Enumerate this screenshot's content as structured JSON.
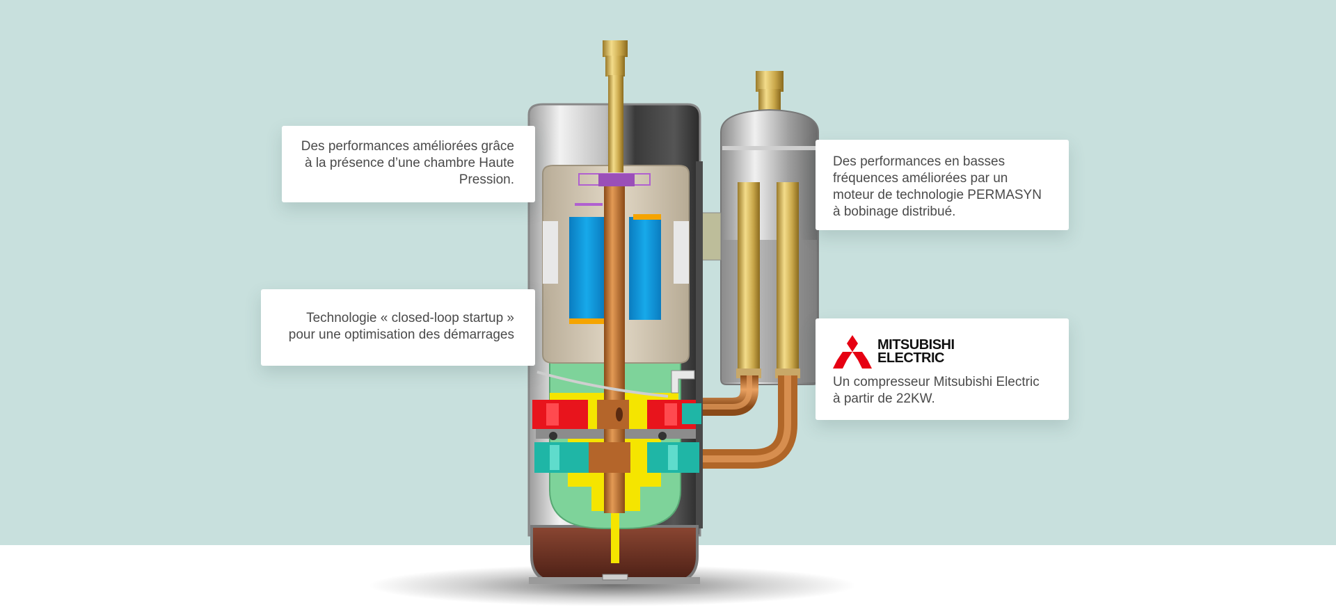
{
  "callouts": {
    "high_pressure": "Des performances améliorées grâce\nà la présence d’une chambre Haute\nPression.",
    "startup": "Technologie « closed-loop startup »\npour une optimisation des démarrages",
    "motor": "Des performances en basses\nfréquences améliorées par un\nmoteur de technologie PERMASYN\nà bobinage distribué.",
    "brand_caption": "Un compresseur Mitsubishi Electric\nà partir de 22KW."
  },
  "logo": {
    "line1": "MITSUBISHI",
    "line2": "ELECTRIC",
    "mark_color": "#e60012"
  },
  "colors": {
    "background": "#c8e0dd",
    "floor": "#ffffff",
    "copper": "#c4722e",
    "stator": "#0099dd",
    "oil": "#6a2d20",
    "scroll_red": "#e8141c",
    "scroll_teal": "#1fb6a6",
    "frame_yellow": "#f5e500",
    "bearing_green": "#7ed39a"
  }
}
